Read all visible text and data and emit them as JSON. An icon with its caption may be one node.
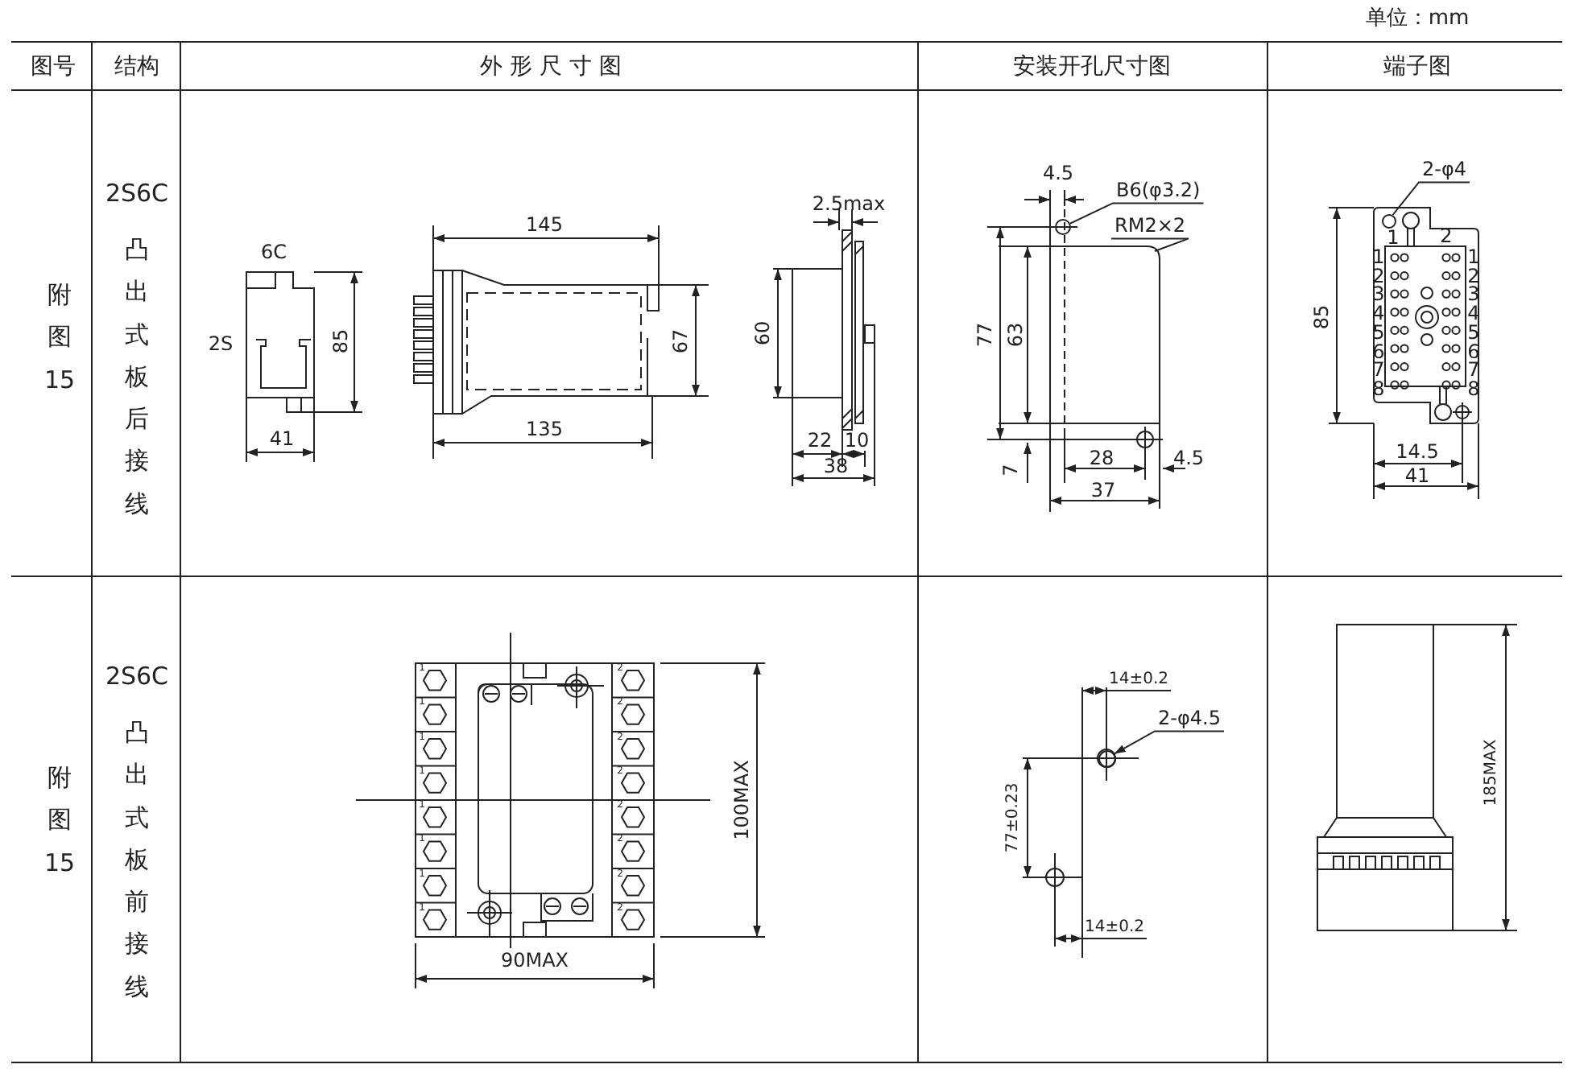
{
  "diagram": {
    "nodes": [
      {
        "text": [
          "B6(φ3.2)"
        ]
      },
      {
        "text": [],
        "shape": "circle"
      },
      {
        "text": [
          "RM2×2"
        ]
      },
      {
        "text": [
          "2-φ4"
        ]
      },
      {
        "text": [],
        "shape": "circle"
      },
      {
        "text": [
          "2-φ4.5"
        ]
      },
      {
        "text": [],
        "shape": "circle"
      }
    ],
    "edges": [
      {
        "from": 0,
        "to": 1,
        "arrow": "none"
      },
      {
        "from": 2,
        "to": null,
        "arrow": "none"
      },
      {
        "from": 3,
        "to": 4,
        "arrow": "none"
      },
      {
        "from": 5,
        "to": 6,
        "arrow": "to"
      }
    ],
    "labels": [
      "单位：mm",
      "图号",
      "结构",
      "外 形 尺 寸 图",
      "安装开孔尺寸图",
      "端子图",
      "附图15",
      "2S6C",
      "凸出式板后接线",
      "6C",
      "2S",
      "85",
      "41",
      "145",
      "67",
      "135",
      "2.5max",
      "60",
      "22",
      "10",
      "38",
      "4.5",
      "77",
      "63",
      "7",
      "28",
      "4.5",
      "37",
      "1",
      "2",
      "1",
      "1",
      "2",
      "2",
      "3",
      "3",
      "4",
      "4",
      "5",
      "5",
      "6",
      "6",
      "7",
      "7",
      "8",
      "8",
      "85",
      "14.5",
      "41",
      "附图15",
      "2S6C",
      "凸出式板前接线",
      "1",
      "2",
      "1",
      "2",
      "1",
      "2",
      "1",
      "2",
      "1",
      "2",
      "1",
      "2",
      "1",
      "2",
      "1",
      "2",
      "100MAX",
      "90MAX",
      "14±0.2",
      "77±0.23",
      "14±0.2",
      "185MAX"
    ]
  }
}
